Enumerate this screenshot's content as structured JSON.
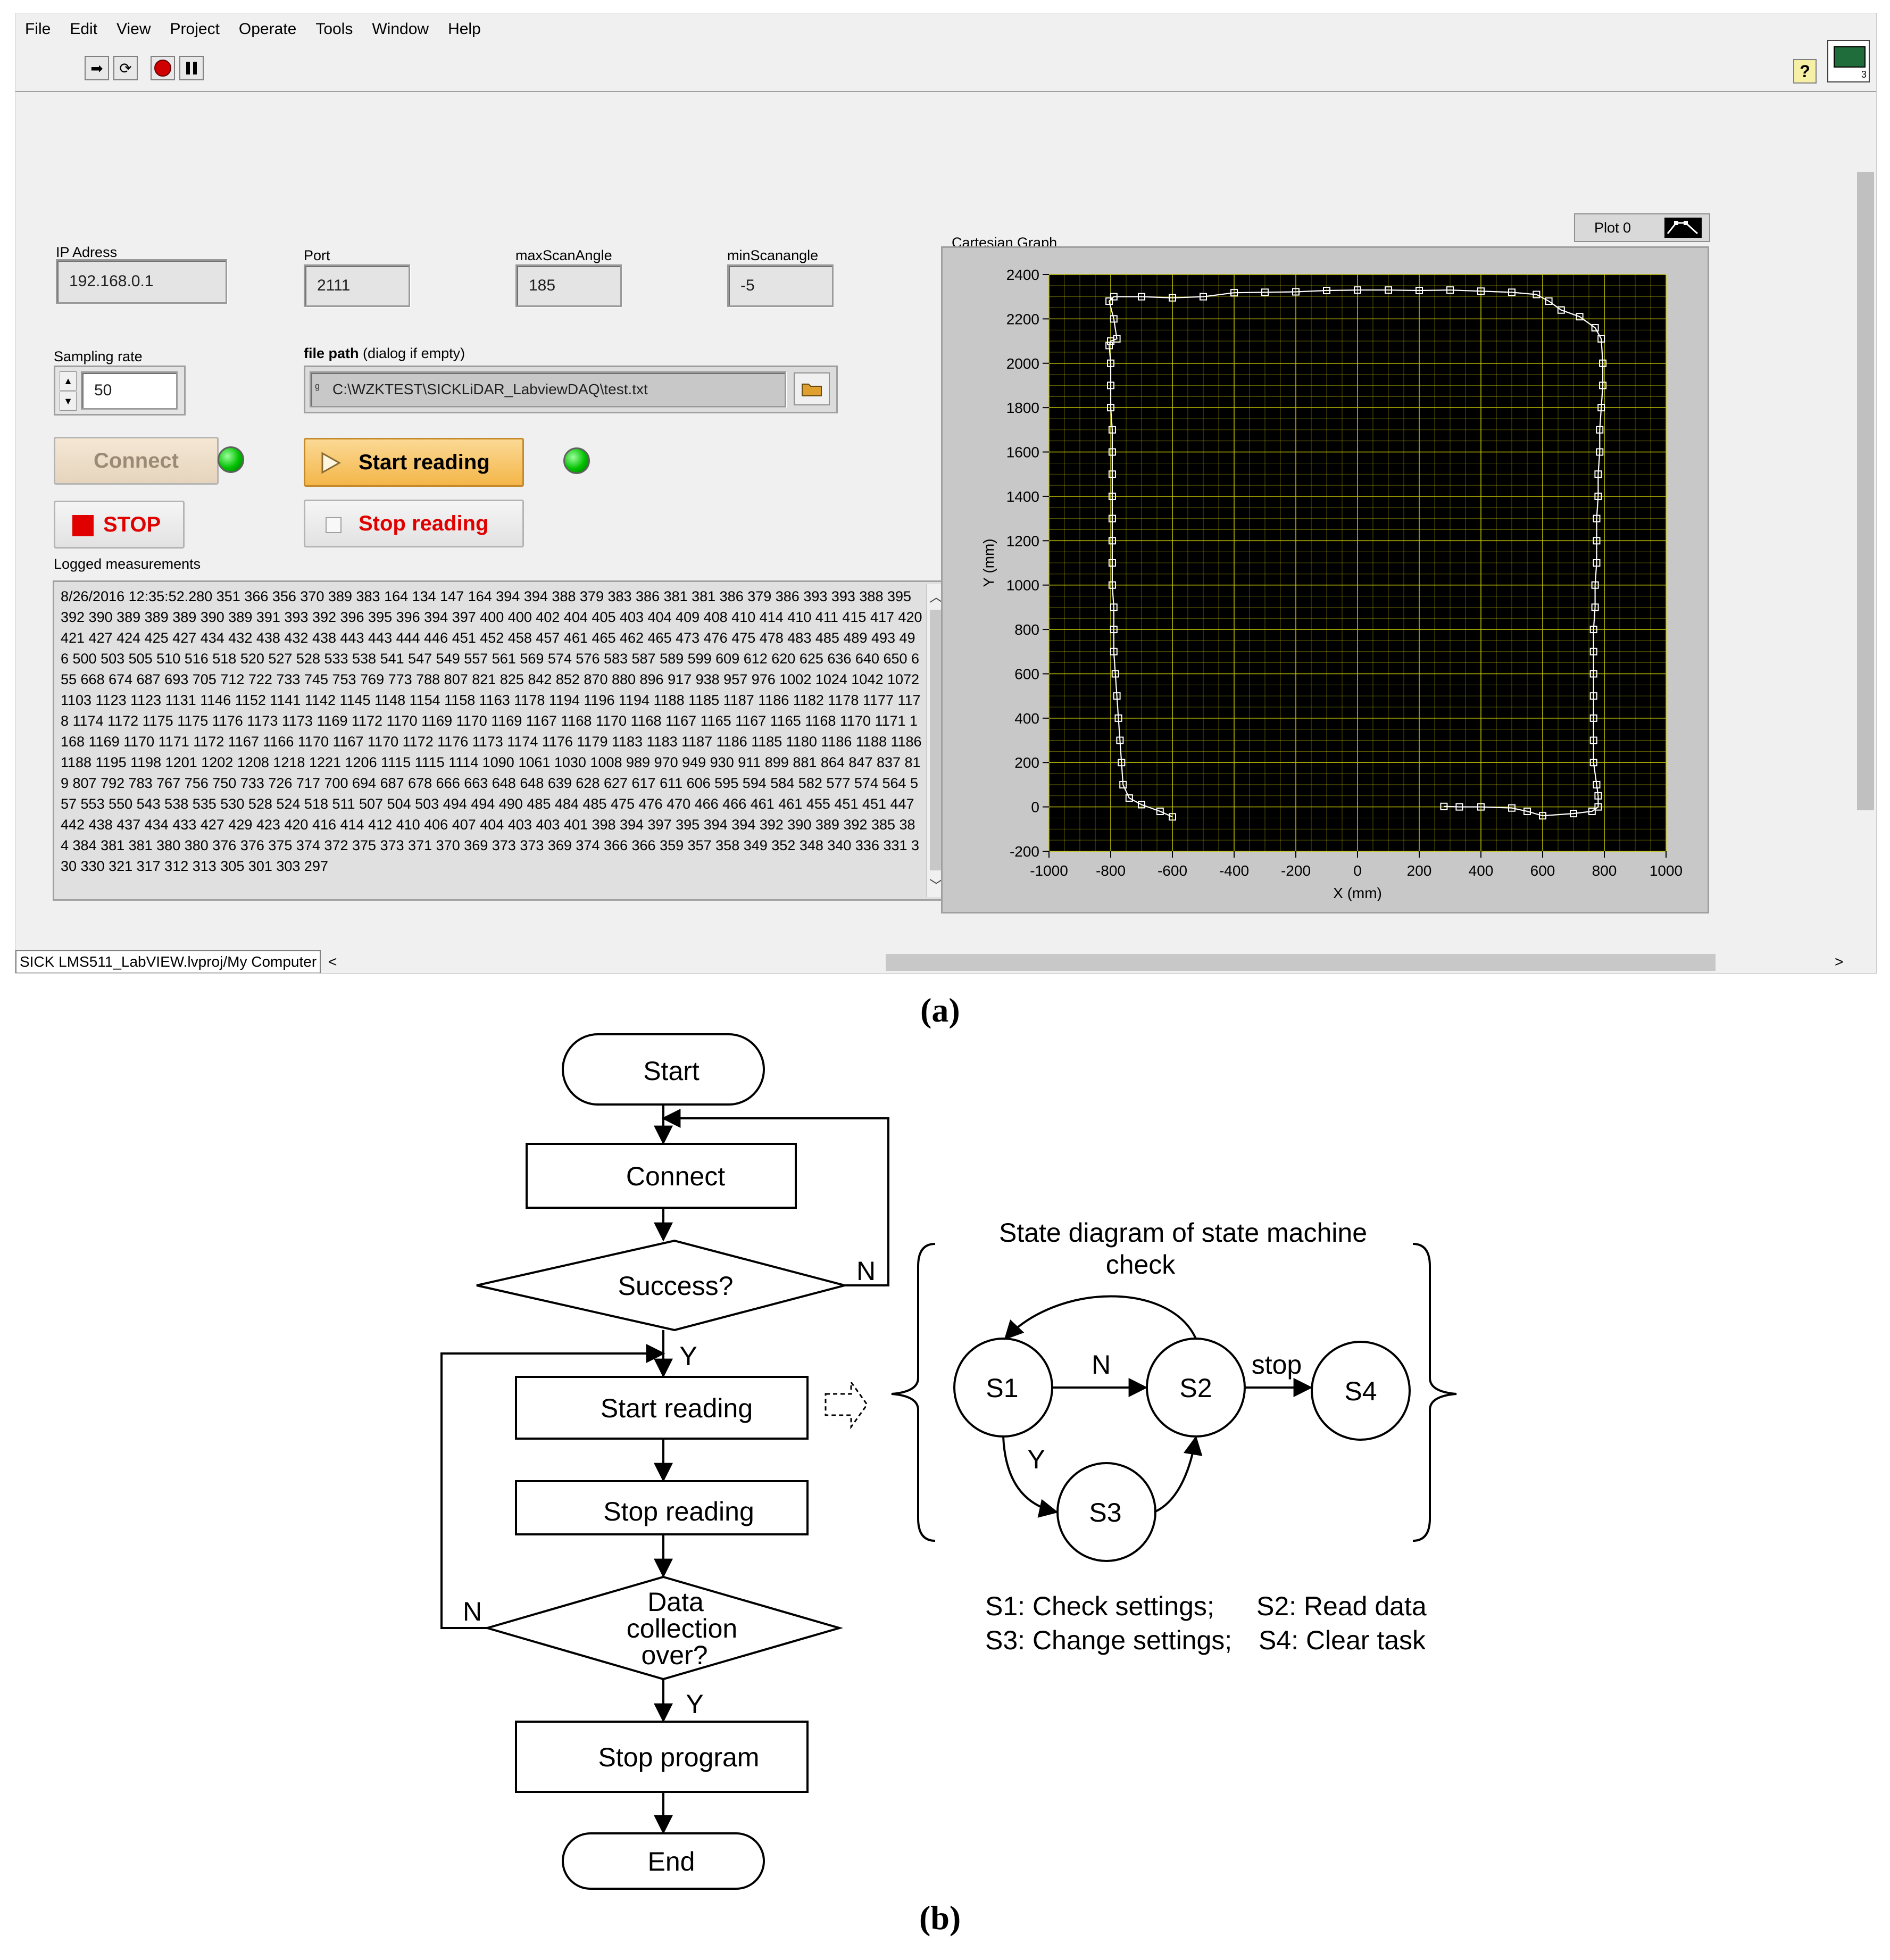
{
  "menu": [
    "File",
    "Edit",
    "View",
    "Project",
    "Operate",
    "Tools",
    "Window",
    "Help"
  ],
  "toolbar": {
    "run_icon": "run-arrow-icon",
    "run_continuous_icon": "run-continuously-icon",
    "abort_icon": "abort-icon",
    "pause_icon": "pause-icon",
    "help_label": "?",
    "vi_icon_number": "3"
  },
  "panel": {
    "ip": {
      "label": "IP Adress",
      "value": "192.168.0.1"
    },
    "port": {
      "label": "Port",
      "value": "2111"
    },
    "max_scan": {
      "label": "maxScanAngle",
      "value": "185"
    },
    "min_scan": {
      "label": "minScanangle",
      "value": "-5"
    },
    "sampling": {
      "label": "Sampling rate",
      "value": "50"
    },
    "filepath": {
      "label_bold": "file path",
      "label_rest": " (dialog if empty)",
      "value": "C:\\WZKTEST\\SICKLiDAR_LabviewDAQ\\test.txt"
    },
    "connect_label": "Connect",
    "start_label": "Start reading",
    "stop_reading_label": "Stop reading",
    "stop_label": "STOP",
    "log_label": "Logged measurements",
    "log_text": "8/26/2016 12:35:52.280 351 366 356 370 389 383 164 134 147 164 394 394 388 379 383 386 381 381 386 379 386 393 393 388 395 392 390 389 389 389 390 389 391 393 392 396 395 396 394 397 400 400 402 404 405 403 404 409 408 410 414 410 411 415 417 420 421 427 424 425 427 434 432 438 432 438 443 443 444 446 451 452 458 457 461 465 462 465 473 476 475 478 483 485 489 493 496 500 503 505 510 516 518 520 527 528 533 538 541 547 549 557 561 569 574 576 583 587 589 599 609 612 620 625 636 640 650 655 668 674 687 693 705 712 722 733 745 753 769 773 788 807 821 825 842 852 870 880 896 917 938 957 976 1002 1024 1042 1072 1103 1123 1123 1131 1146 1152 1141 1142 1145 1148 1154 1158 1163 1178 1194 1196 1194 1188 1185 1187 1186 1182 1178 1177 1178 1174 1172 1175 1175 1176 1173 1173 1169 1172 1170 1169 1170 1169 1167 1168 1170 1168 1167 1165 1167 1165 1168 1170 1171 1168 1169 1170 1171 1172 1167 1166 1170 1167 1170 1172 1176 1173 1174 1176 1179 1183 1183 1187 1186 1185 1180 1186 1188 1186 1188 1195 1198 1201 1202 1208 1218 1221 1206 1115 1115 1114 1090 1061 1030 1008 989 970 949 930 911 899 881 864 847 837 819 807 792 783 767 756 750 733 726 717 700 694 687 678 666 663 648 648 639 628 627 617 611 606 595 594 584 582 577 574 564 557 553 550 543 538 535 530 528 524 518 511 507 504 503 494 494 490 485 484 485 475 476 470 466 466 461 461 455 451 451 447 442 438 437 434 433 427 429 423 420 416 414 412 410 406 407 404 403 403 401 398 394 397 395 394 394 392 390 389 392 385 384 384 381 381 380 380 376 376 375 374 372 375 373 371 370 369 373 373 369 374 366 366 359 357 358 349 352 348 340 336 331 330 330 321 317 312 313 305 301 303 297"
  },
  "graph": {
    "label": "Cartesian Graph",
    "legend": "Plot 0"
  },
  "chart_data": {
    "type": "scatter",
    "title": "Cartesian Graph",
    "xlabel": "X (mm)",
    "ylabel": "Y (mm)",
    "xlim": [
      -1000,
      1000
    ],
    "ylim": [
      -200,
      2400
    ],
    "xticks": [
      "-1000",
      "-800",
      "-600",
      "-400",
      "-200",
      "0",
      "200",
      "400",
      "600",
      "800",
      "1000"
    ],
    "yticks": [
      "-200",
      "0",
      "200",
      "400",
      "600",
      "800",
      "1000",
      "1200",
      "1400",
      "1600",
      "1800",
      "2000",
      "2200",
      "2400"
    ],
    "grid": true,
    "series": [
      {
        "name": "Plot 0",
        "color": "#ffffff",
        "background": "#000000",
        "grid_color": "#c8c800",
        "points": [
          [
            -600,
            -45
          ],
          [
            -640,
            -20
          ],
          [
            -700,
            10
          ],
          [
            -740,
            40
          ],
          [
            -760,
            100
          ],
          [
            -765,
            200
          ],
          [
            -770,
            300
          ],
          [
            -775,
            400
          ],
          [
            -780,
            500
          ],
          [
            -785,
            600
          ],
          [
            -790,
            700
          ],
          [
            -790,
            800
          ],
          [
            -790,
            900
          ],
          [
            -795,
            1000
          ],
          [
            -795,
            1100
          ],
          [
            -795,
            1200
          ],
          [
            -795,
            1300
          ],
          [
            -795,
            1400
          ],
          [
            -795,
            1500
          ],
          [
            -795,
            1600
          ],
          [
            -795,
            1700
          ],
          [
            -800,
            1800
          ],
          [
            -800,
            1900
          ],
          [
            -800,
            2000
          ],
          [
            -805,
            2080
          ],
          [
            -800,
            2100
          ],
          [
            -780,
            2110
          ],
          [
            -790,
            2200
          ],
          [
            -805,
            2280
          ],
          [
            -790,
            2300
          ],
          [
            -700,
            2300
          ],
          [
            -600,
            2295
          ],
          [
            -500,
            2300
          ],
          [
            -400,
            2318
          ],
          [
            -300,
            2320
          ],
          [
            -200,
            2322
          ],
          [
            -100,
            2328
          ],
          [
            0,
            2330
          ],
          [
            100,
            2330
          ],
          [
            200,
            2328
          ],
          [
            300,
            2330
          ],
          [
            400,
            2325
          ],
          [
            500,
            2320
          ],
          [
            580,
            2310
          ],
          [
            620,
            2280
          ],
          [
            660,
            2240
          ],
          [
            720,
            2210
          ],
          [
            770,
            2160
          ],
          [
            790,
            2110
          ],
          [
            795,
            2000
          ],
          [
            795,
            1900
          ],
          [
            790,
            1800
          ],
          [
            785,
            1700
          ],
          [
            785,
            1600
          ],
          [
            780,
            1500
          ],
          [
            780,
            1400
          ],
          [
            775,
            1300
          ],
          [
            775,
            1200
          ],
          [
            775,
            1100
          ],
          [
            770,
            1000
          ],
          [
            770,
            900
          ],
          [
            765,
            800
          ],
          [
            765,
            700
          ],
          [
            765,
            600
          ],
          [
            765,
            500
          ],
          [
            765,
            400
          ],
          [
            765,
            300
          ],
          [
            765,
            200
          ],
          [
            775,
            100
          ],
          [
            780,
            50
          ],
          [
            780,
            0
          ],
          [
            760,
            -20
          ],
          [
            700,
            -30
          ],
          [
            600,
            -40
          ],
          [
            550,
            -20
          ],
          [
            500,
            -5
          ],
          [
            400,
            0
          ],
          [
            330,
            0
          ],
          [
            280,
            2
          ]
        ]
      }
    ]
  },
  "statusbar": {
    "path": "SICK LMS511_LabVIEW.lvproj/My Computer",
    "left_arrow": "<",
    "right_arrow": ">"
  },
  "caption_a": "(a)",
  "caption_b": "(b)",
  "flowchart": {
    "start": "Start",
    "connect": "Connect",
    "success": "Success?",
    "n1": "N",
    "y1": "Y",
    "start_reading": "Start reading",
    "stop_reading": "Stop reading",
    "data_over_1": "Data",
    "data_over_2": "collection",
    "data_over_3": "over?",
    "n2": "N",
    "y2": "Y",
    "stop_program": "Stop program",
    "end": "End"
  },
  "state_diagram": {
    "title_1": "State diagram of state machine",
    "title_2": "check",
    "s1": "S1",
    "s2": "S2",
    "s3": "S3",
    "s4": "S4",
    "n": "N",
    "y": "Y",
    "stop": "stop",
    "legend_1a": "S1: Check settings;",
    "legend_1b": "S2: Read data",
    "legend_2a": "S3: Change settings;",
    "legend_2b": "S4: Clear task"
  }
}
